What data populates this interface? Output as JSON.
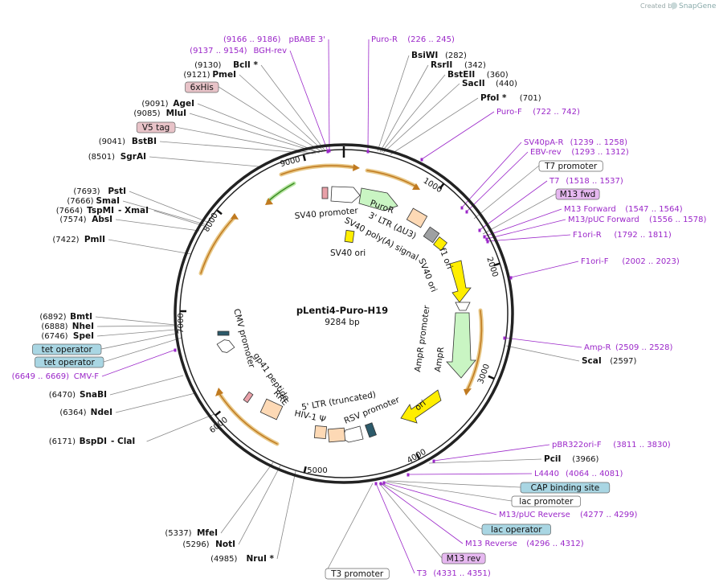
{
  "header": {
    "created_by": "Created by",
    "brand": "SnapGene"
  },
  "plasmid": {
    "name": "pLenti4-Puro-H19",
    "size": "9284 bp"
  },
  "ruler": [
    "1000",
    "2000",
    "3000",
    "4000",
    "5000",
    "6000",
    "7000",
    "8000",
    "9000"
  ],
  "labels_left": [
    {
      "kind": "primer",
      "pos": "(9166 .. 9186)",
      "name": "pBABE 3'"
    },
    {
      "kind": "primer",
      "pos": "(9137 .. 9154)",
      "name": "BGH-rev"
    },
    {
      "kind": "site",
      "pos": "(9130)",
      "name": "BclI *"
    },
    {
      "kind": "site",
      "pos": "(9121)",
      "name": "PmeI"
    },
    {
      "kind": "box",
      "name": "6xHis"
    },
    {
      "kind": "site",
      "pos": "(9091)",
      "name": "AgeI"
    },
    {
      "kind": "site",
      "pos": "(9085)",
      "name": "MluI"
    },
    {
      "kind": "box",
      "name": "V5 tag"
    },
    {
      "kind": "site",
      "pos": "(9041)",
      "name": "BstBI"
    },
    {
      "kind": "site",
      "pos": "(8501)",
      "name": "SgrAI"
    },
    {
      "kind": "site",
      "pos": "(7693)",
      "name": "PstI"
    },
    {
      "kind": "site",
      "pos": "(7666)",
      "name": "SmaI"
    },
    {
      "kind": "site",
      "pos": "(7664)",
      "name": "TspMI",
      "extra": "- XmaI"
    },
    {
      "kind": "site",
      "pos": "(7574)",
      "name": "AbsI"
    },
    {
      "kind": "site",
      "pos": "(7422)",
      "name": "PmlI"
    },
    {
      "kind": "site",
      "pos": "(6892)",
      "name": "BmtI"
    },
    {
      "kind": "site",
      "pos": "(6888)",
      "name": "NheI"
    },
    {
      "kind": "site",
      "pos": "(6746)",
      "name": "SpeI"
    },
    {
      "kind": "box",
      "name": "tet operator"
    },
    {
      "kind": "box",
      "name": "tet operator"
    },
    {
      "kind": "primer",
      "pos": "(6649 .. 6669)",
      "name": "CMV-F"
    },
    {
      "kind": "site",
      "pos": "(6470)",
      "name": "SnaBI"
    },
    {
      "kind": "site",
      "pos": "(6364)",
      "name": "NdeI"
    },
    {
      "kind": "site",
      "pos": "(6171)",
      "name": "BspDI",
      "extra": "- ClaI"
    },
    {
      "kind": "site",
      "pos": "(5337)",
      "name": "MfeI"
    },
    {
      "kind": "site",
      "pos": "(5296)",
      "name": "NotI"
    },
    {
      "kind": "site",
      "pos": "(4985)",
      "name": "NruI *"
    }
  ],
  "labels_right": [
    {
      "kind": "primer",
      "name": "Puro-R",
      "pos": "(226 .. 245)"
    },
    {
      "kind": "site",
      "name": "BsiWI",
      "pos": "(282)"
    },
    {
      "kind": "site",
      "name": "RsrII",
      "pos": "(342)"
    },
    {
      "kind": "site",
      "name": "BstEII",
      "pos": "(360)"
    },
    {
      "kind": "site",
      "name": "SacII",
      "pos": "(440)"
    },
    {
      "kind": "site",
      "name": "PfoI *",
      "pos": "(701)"
    },
    {
      "kind": "primer",
      "name": "Puro-F",
      "pos": "(722 .. 742)"
    },
    {
      "kind": "primer",
      "name": "SV40pA-R",
      "pos": "(1239 .. 1258)"
    },
    {
      "kind": "primer",
      "name": "EBV-rev",
      "pos": "(1293 .. 1312)"
    },
    {
      "kind": "box",
      "name": "T7 promoter"
    },
    {
      "kind": "primer",
      "name": "T7",
      "pos": "(1518 .. 1537)"
    },
    {
      "kind": "box",
      "name": "M13 fwd"
    },
    {
      "kind": "primer",
      "name": "M13 Forward",
      "pos": "(1547 .. 1564)"
    },
    {
      "kind": "primer",
      "name": "M13/pUC Forward",
      "pos": "(1556 .. 1578)"
    },
    {
      "kind": "primer",
      "name": "F1ori-R",
      "pos": "(1792 .. 1811)"
    },
    {
      "kind": "primer",
      "name": "F1ori-F",
      "pos": "(2002 .. 2023)"
    },
    {
      "kind": "primer",
      "name": "Amp-R",
      "pos": "(2509 .. 2528)"
    },
    {
      "kind": "site",
      "name": "ScaI",
      "pos": "(2597)"
    },
    {
      "kind": "primer",
      "name": "pBR322ori-F",
      "pos": "(3811 .. 3830)"
    },
    {
      "kind": "site",
      "name": "PciI",
      "pos": "(3966)"
    },
    {
      "kind": "primer",
      "name": "L4440",
      "pos": "(4064 .. 4081)"
    },
    {
      "kind": "box",
      "name": "CAP binding site"
    },
    {
      "kind": "box",
      "name": "lac promoter"
    },
    {
      "kind": "primer",
      "name": "M13/pUC Reverse",
      "pos": "(4277 .. 4299)"
    },
    {
      "kind": "box",
      "name": "lac operator"
    },
    {
      "kind": "primer",
      "name": "M13 Reverse",
      "pos": "(4296 .. 4312)"
    },
    {
      "kind": "box",
      "name": "M13 rev"
    },
    {
      "kind": "primer",
      "name": "T3",
      "pos": "(4331 .. 4351)"
    },
    {
      "kind": "box",
      "name": "T3 promoter"
    }
  ],
  "features": {
    "sv40_promoter": "SV40 promoter",
    "puror": "PuroR",
    "ltr3": "3' LTR (ΔU3)",
    "sv40_polya": "SV40 poly(A) signal",
    "sv40_ori": "SV40 ori",
    "sv40_ori2": "SV40 ori",
    "f1_ori": "f1 ori",
    "ampr_promoter": "AmpR promoter",
    "ampr": "AmpR",
    "ori": "ori",
    "rsv_promoter": "RSV promoter",
    "ltr5": "5' LTR (truncated)",
    "hiv_psi": "HIV-1 Ψ",
    "rre": "RRE",
    "gp41": "gp41 peptide",
    "cmv_promoter": "CMV promoter"
  },
  "colors": {
    "primer": "#9b27c9",
    "box_pink": "#e8c3c8",
    "box_blue": "#a9d6e3",
    "box_purple": "#e6b8f0",
    "box_white": "#ffffff",
    "yellow": "#ffee00",
    "green": "#c9f5c3",
    "orange_arrow": "#d4a040",
    "backbone": "#222222"
  }
}
